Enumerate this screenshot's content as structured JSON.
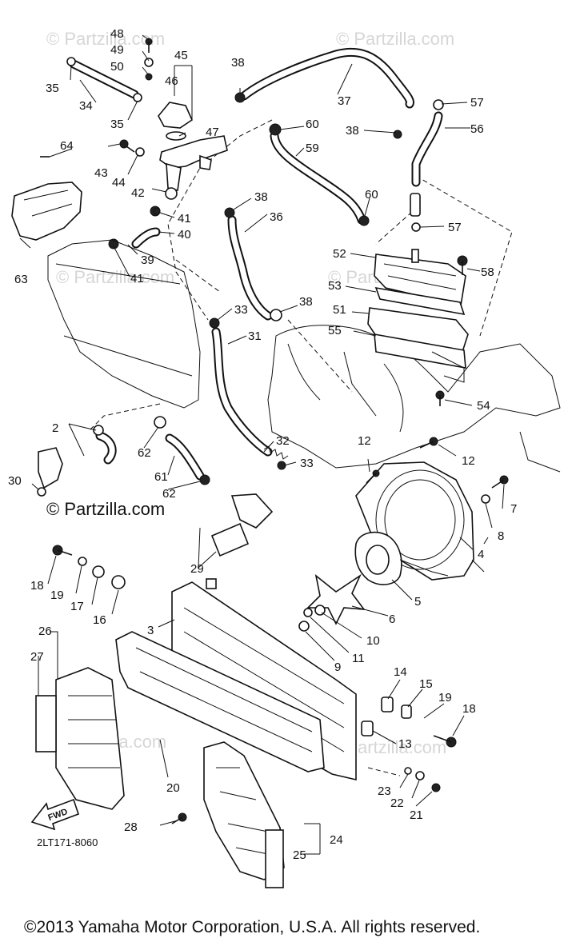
{
  "watermarks": {
    "text": "© Partzilla.com",
    "main_text": "© Partzilla.com"
  },
  "diagram_code": "2LT171-8060",
  "copyright": "©2013 Yamaha Motor Corporation, U.S.A. All rights reserved.",
  "fwd_label": "FWD",
  "callouts": {
    "c2": "2",
    "c3": "3",
    "c4": "4",
    "c5": "5",
    "c6": "6",
    "c7": "7",
    "c8": "8",
    "c9": "9",
    "c10": "10",
    "c11": "11",
    "c12a": "12",
    "c12b": "12",
    "c13": "13",
    "c14": "14",
    "c15": "15",
    "c16": "16",
    "c17": "17",
    "c18a": "18",
    "c18b": "18",
    "c19a": "19",
    "c19b": "19",
    "c20": "20",
    "c21": "21",
    "c22": "22",
    "c23": "23",
    "c24": "24",
    "c25": "25",
    "c26": "26",
    "c27": "27",
    "c28": "28",
    "c29": "29",
    "c30": "30",
    "c31": "31",
    "c32": "32",
    "c33a": "33",
    "c33b": "33",
    "c34": "34",
    "c35a": "35",
    "c35b": "35",
    "c36": "36",
    "c37": "37",
    "c38a": "38",
    "c38b": "38",
    "c38c": "38",
    "c38d": "38",
    "c39": "39",
    "c40": "40",
    "c41a": "41",
    "c41b": "41",
    "c42": "42",
    "c43": "43",
    "c44": "44",
    "c45": "45",
    "c46": "46",
    "c47": "47",
    "c48": "48",
    "c49": "49",
    "c50": "50",
    "c51": "51",
    "c52": "52",
    "c53": "53",
    "c54": "54",
    "c55": "55",
    "c56": "56",
    "c57a": "57",
    "c57b": "57",
    "c58": "58",
    "c59": "59",
    "c60a": "60",
    "c60b": "60",
    "c61": "61",
    "c62a": "62",
    "c62b": "62",
    "c63": "63",
    "c64": "64"
  }
}
